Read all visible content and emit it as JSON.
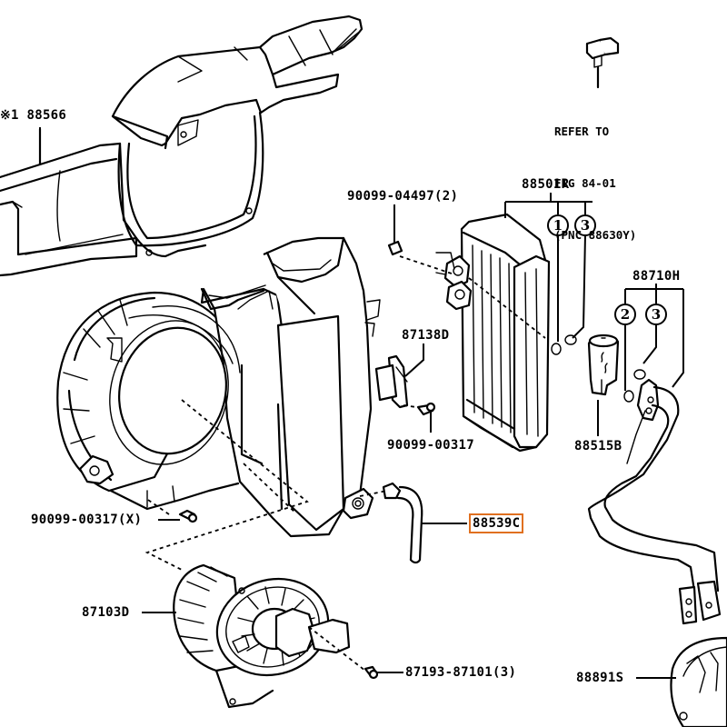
{
  "diagram": {
    "type": "exploded parts diagram",
    "subject": "Heater / air-conditioning unit assembly"
  },
  "parts": [
    {
      "id": "p88566",
      "label": "※1 88566",
      "name": "air duct"
    },
    {
      "id": "p88501R",
      "label": "88501R",
      "name": "evaporator"
    },
    {
      "id": "p88710H",
      "label": "88710H",
      "name": "cooler tube"
    },
    {
      "id": "p87138D",
      "label": "87138D",
      "name": "resistor / servo"
    },
    {
      "id": "p88515B",
      "label": "88515B",
      "name": "expansion valve"
    },
    {
      "id": "p88539C",
      "label": "88539C",
      "name": "drain hose",
      "highlighted": true
    },
    {
      "id": "p87103D",
      "label": "87103D",
      "name": "blower motor"
    },
    {
      "id": "p88891S",
      "label": "88891S",
      "name": "plate"
    }
  ],
  "fasteners": [
    {
      "id": "f04497",
      "label": "90099-04497(2)"
    },
    {
      "id": "f00317a",
      "label": "90099-00317"
    },
    {
      "id": "f00317x",
      "label": "90099-00317(X)"
    },
    {
      "id": "f87193",
      "label": "87193-87101(3)"
    }
  ],
  "callouts": {
    "c1": "1",
    "c3a": "3",
    "c2": "2",
    "c3b": "3"
  },
  "reference_note": {
    "line1": "REFER TO",
    "line2": "FIG 84-01",
    "line3": "(PNC 88630Y)"
  },
  "colors": {
    "highlight": "#e07020",
    "ink": "#000000",
    "background": "#ffffff"
  }
}
